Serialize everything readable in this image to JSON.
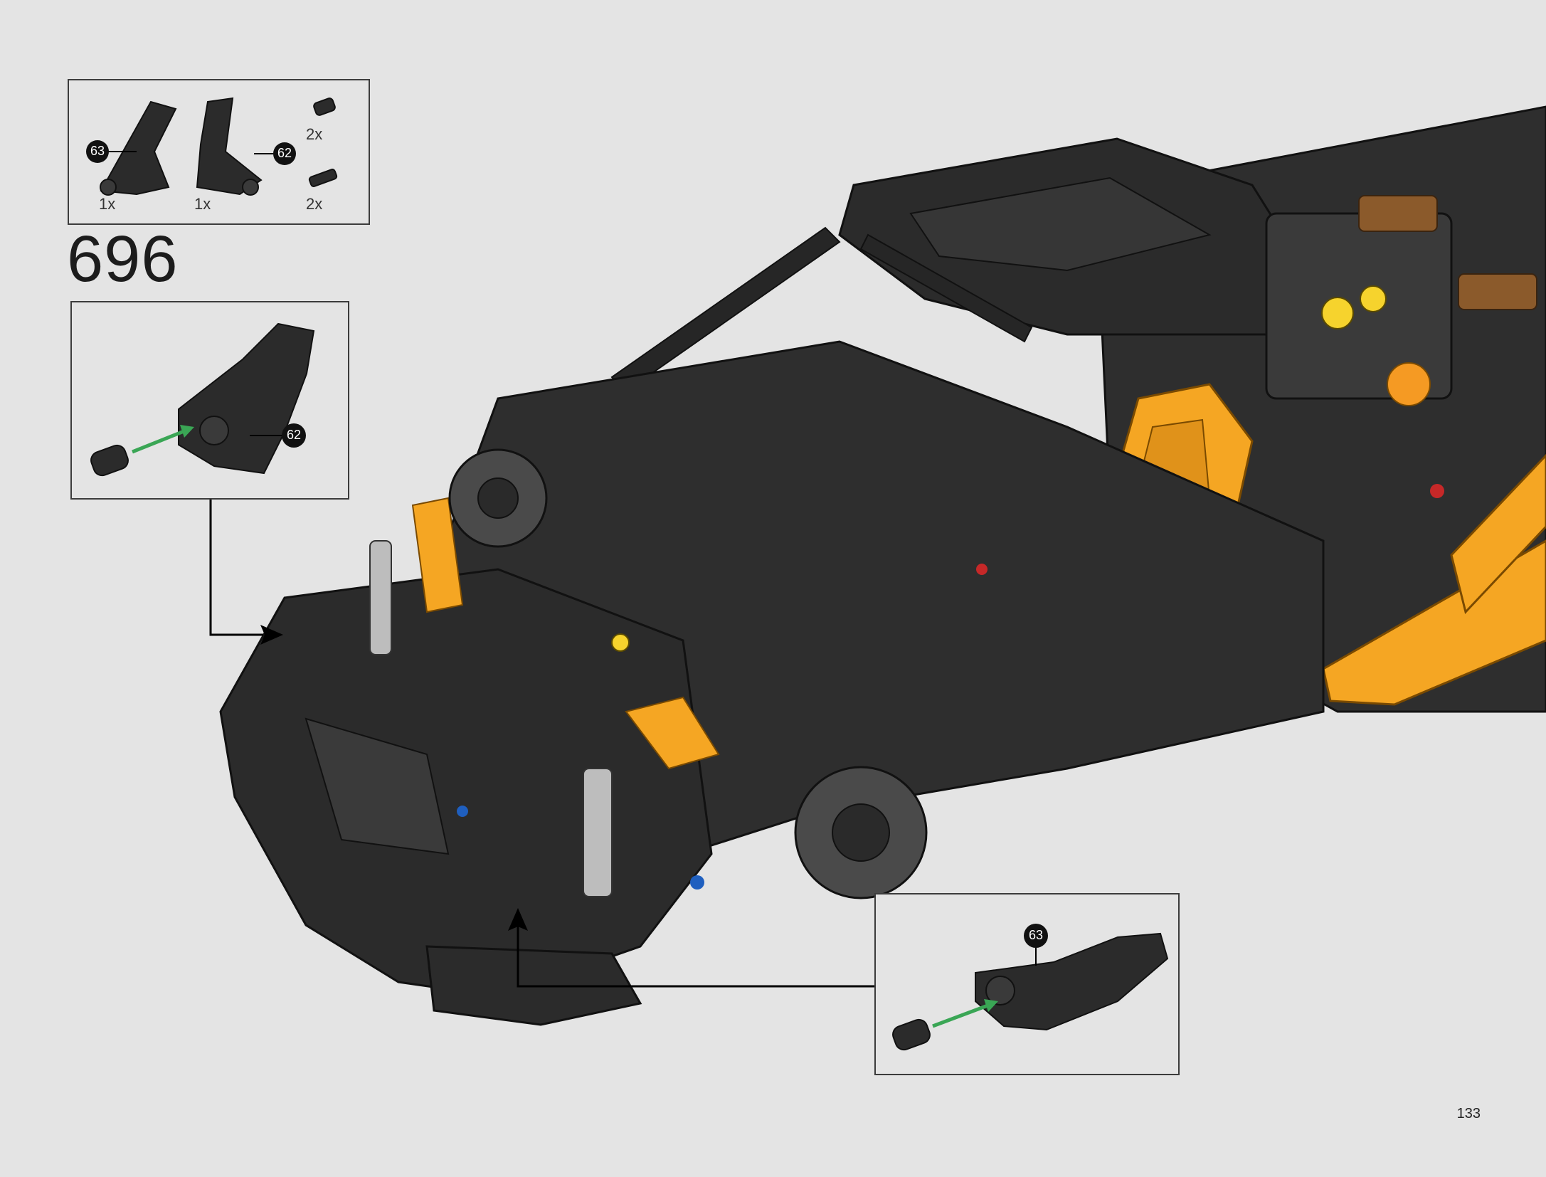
{
  "parts_list": {
    "items": [
      {
        "callout": "63",
        "quantity": "1x"
      },
      {
        "callout": "62",
        "quantity": "1x"
      },
      {
        "quantity": "2x"
      },
      {
        "quantity": "2x"
      }
    ]
  },
  "step": {
    "number": "696"
  },
  "callouts": {
    "upper_left": {
      "part": "62"
    },
    "lower_right": {
      "part": "63"
    }
  },
  "page": {
    "number": "133"
  },
  "colors": {
    "background": "#e4e4e4",
    "brick_dark": "#2b2b2b",
    "brick_orange": "#f5a623",
    "arrow_green": "#3aa655",
    "frame": "#3c3c3c"
  }
}
